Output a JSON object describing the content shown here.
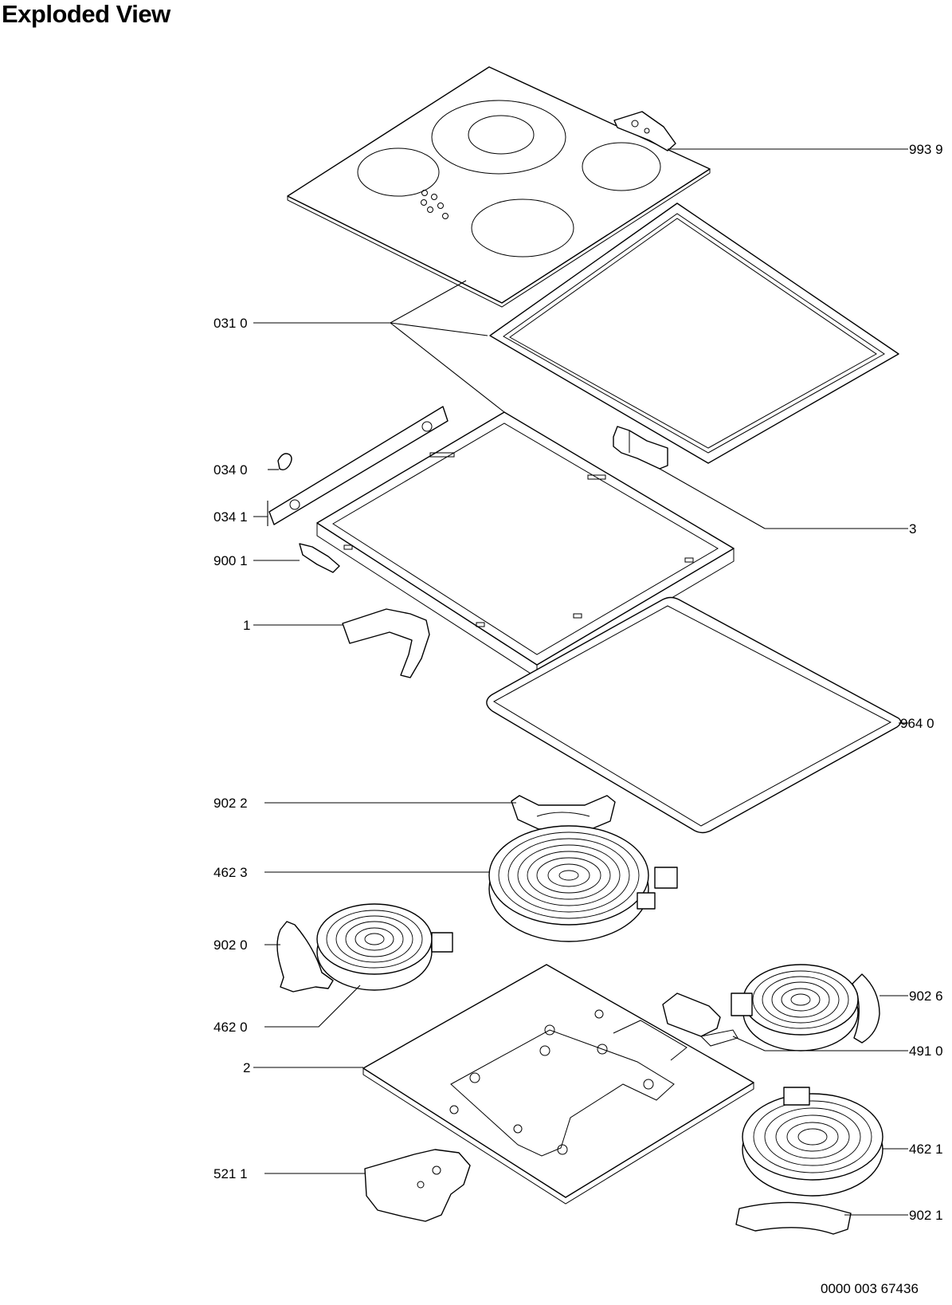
{
  "title": "Exploded View",
  "document_number": "0000 003 67436",
  "labels": {
    "p9939": "993 9",
    "p0310": "031 0",
    "p0340": "034 0",
    "p0341": "034 1",
    "p9001": "900 1",
    "p1": "1",
    "p3": "3",
    "p9640": "964 0",
    "p9022": "902 2",
    "p4623": "462 3",
    "p9020": "902 0",
    "p9026": "902 6",
    "p4620": "462 0",
    "p4910": "491 0",
    "p2": "2",
    "p4621": "462 1",
    "p5211": "521 1",
    "p9021": "902 1"
  }
}
